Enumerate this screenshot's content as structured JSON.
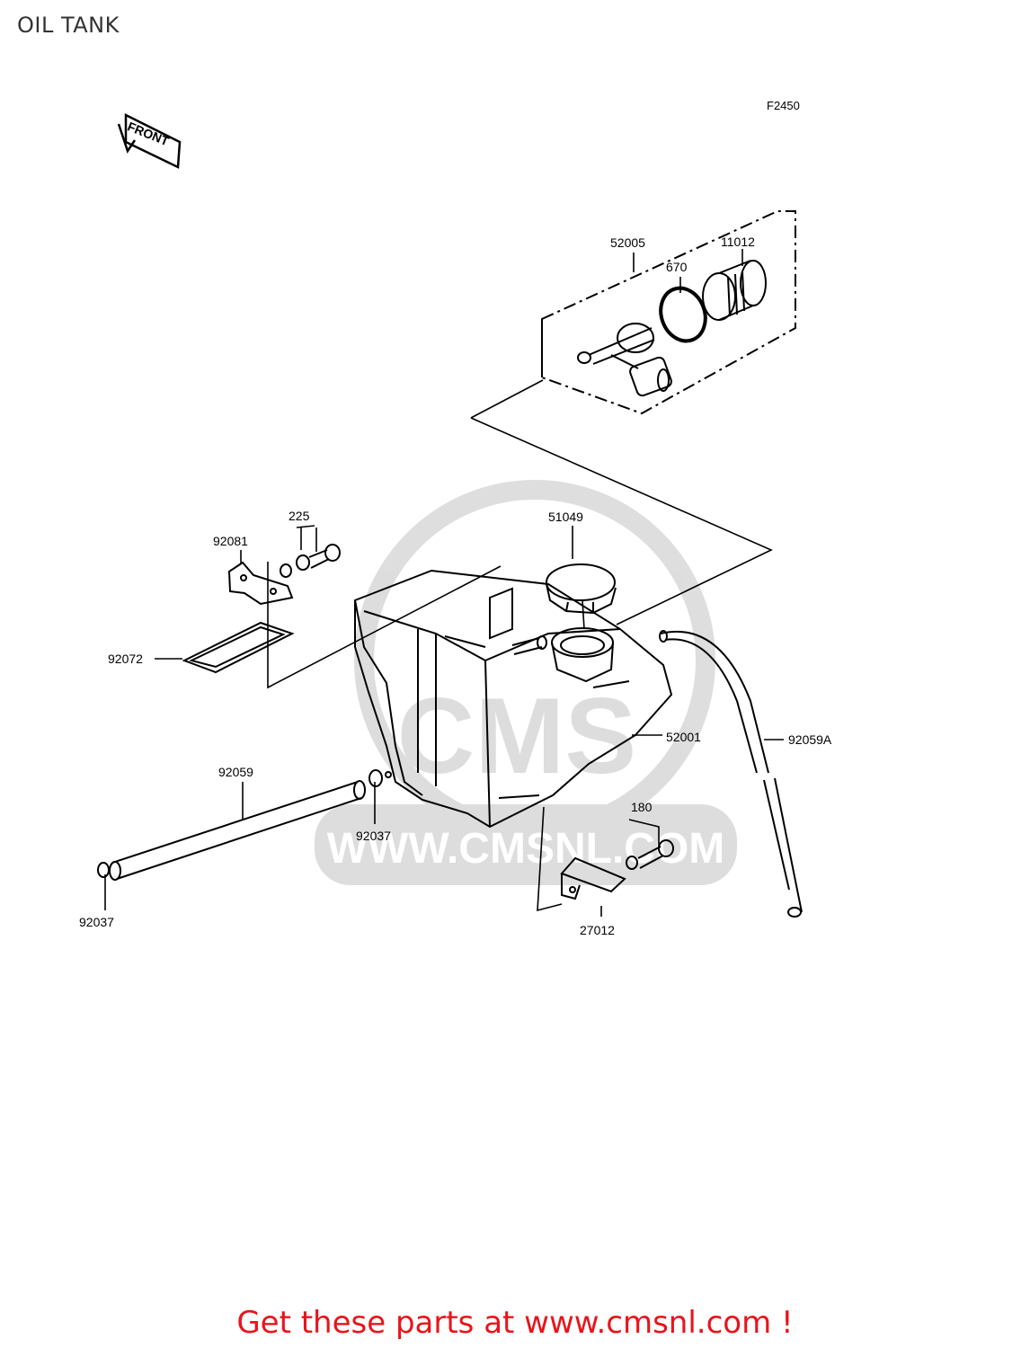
{
  "page": {
    "title": "OIL TANK",
    "diagram_code": "F2450",
    "front_label": "FRONT"
  },
  "watermark": {
    "logo_text": "CMS",
    "url_text": "WWW.CMSNL.COM"
  },
  "parts": {
    "p52005": "52005",
    "p11012": "11012",
    "p670": "670",
    "p51049": "51049",
    "p225": "225",
    "p92081": "92081",
    "p92072": "92072",
    "p52001": "52001",
    "p92059A": "92059A",
    "p92059": "92059",
    "p92037_mid": "92037",
    "p92037_left": "92037",
    "p180": "180",
    "p27012": "27012"
  },
  "footer": {
    "link_text": "Get these parts at www.cmsnl.com !",
    "link_color": "#e8141b"
  }
}
